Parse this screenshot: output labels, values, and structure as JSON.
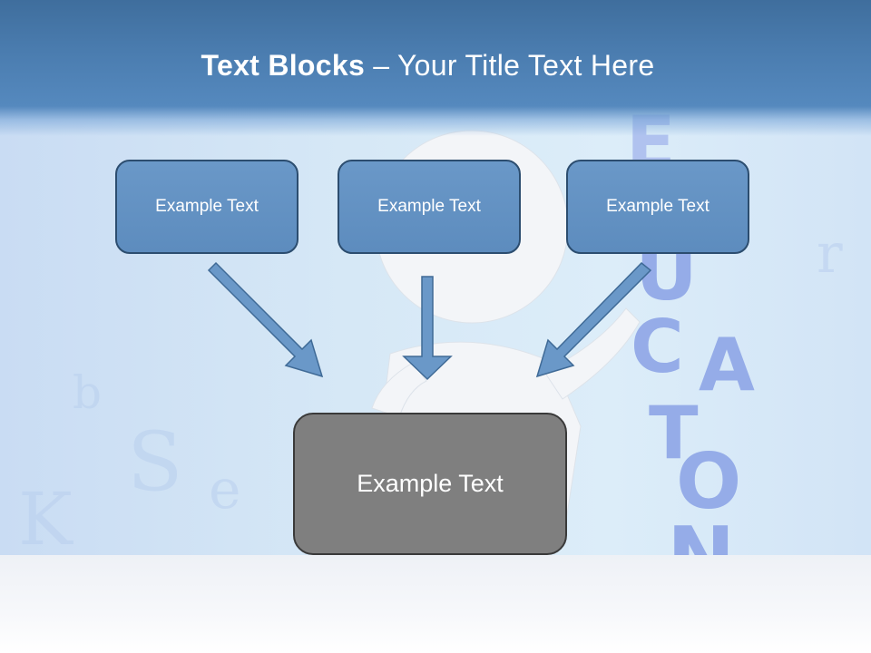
{
  "slide": {
    "title_bold": "Text Blocks",
    "title_rest": " – Your Title Text Here",
    "boxes": [
      {
        "label": "Example Text"
      },
      {
        "label": "Example Text"
      },
      {
        "label": "Example Text"
      }
    ],
    "center_box": {
      "label": "Example Text"
    },
    "colors": {
      "header": "#4b7db0",
      "box_fill": "#6494c5",
      "box_border": "#2c4d6f",
      "center_fill": "#7f7f7f",
      "arrow": "#6a98c8"
    }
  }
}
